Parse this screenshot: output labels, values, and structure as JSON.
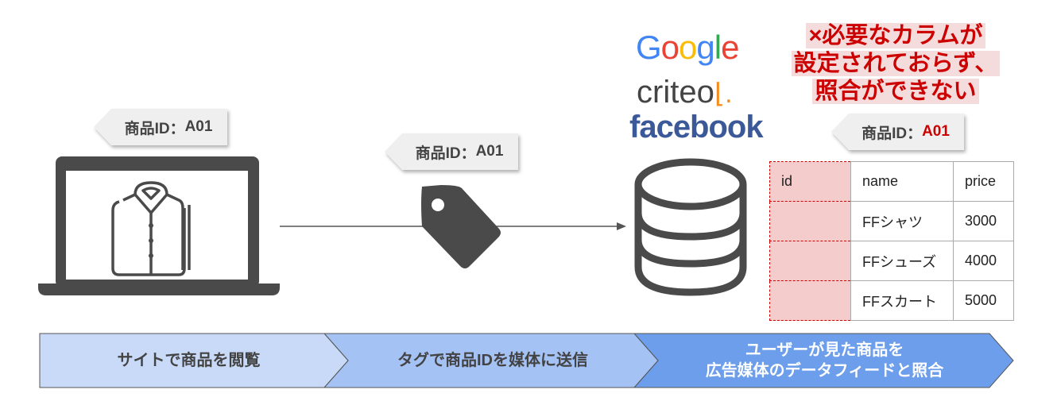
{
  "callouts": {
    "site": {
      "label": "商品ID：",
      "value": "A01"
    },
    "tag": {
      "label": "商品ID：",
      "value": "A01"
    },
    "media": {
      "label": "商品ID：",
      "value": "A01"
    }
  },
  "logos": {
    "google": "Google",
    "criteo": "criteo",
    "facebook": "facebook"
  },
  "warning": {
    "lines": [
      "×必要なカラムが",
      "設定されておらず、",
      "照合ができない"
    ]
  },
  "table": {
    "headers": [
      "id",
      "name",
      "price"
    ],
    "rows": [
      [
        "",
        "FFシャツ",
        "3000"
      ],
      [
        "",
        "FFシューズ",
        "4000"
      ],
      [
        "",
        "FFスカート",
        "5000"
      ]
    ]
  },
  "steps": [
    {
      "lines": [
        "サイトで商品を閲覧"
      ]
    },
    {
      "lines": [
        "タグで商品IDを媒体に送信"
      ]
    },
    {
      "lines": [
        "ユーザーが見た商品を",
        "広告媒体のデータフィードと照合"
      ]
    }
  ],
  "colors": {
    "step1": "#c9daf8",
    "step2": "#a4c2f4",
    "step3": "#6d9eeb",
    "icon": "#4a4a4a",
    "warning": "#cc0000"
  }
}
